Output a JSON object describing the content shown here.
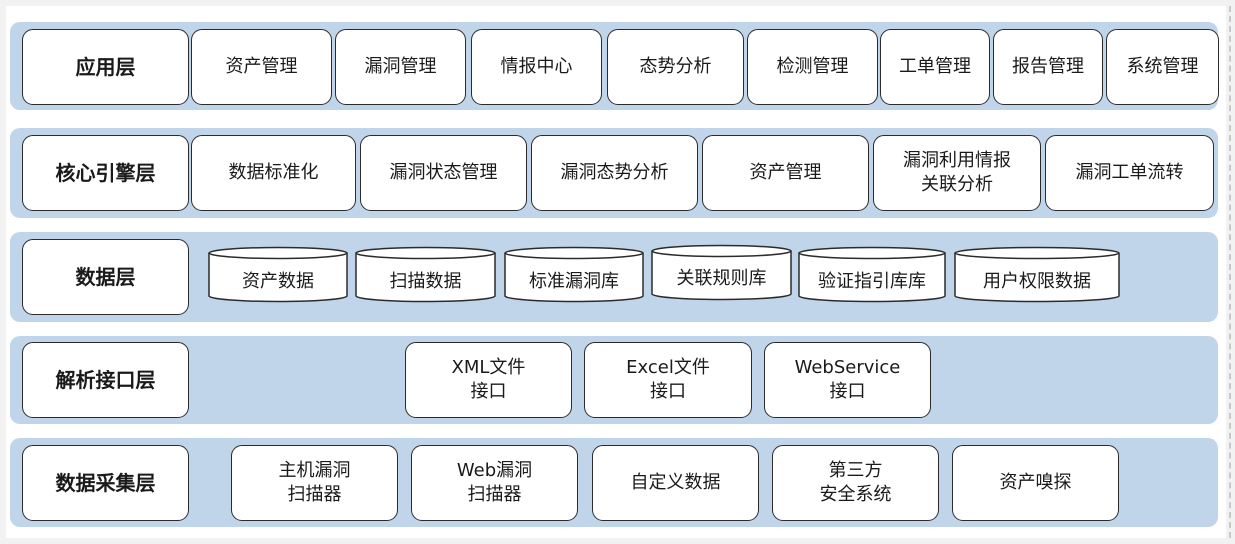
{
  "colors": {
    "layer_band": "#c1d5ea",
    "box_border": "#2b2b2b",
    "box_fill": "#ffffff"
  },
  "layers": [
    {
      "label": "应用层",
      "items": [
        "资产管理",
        "漏洞管理",
        "情报中心",
        "态势分析",
        "检测管理",
        "工单管理",
        "报告管理",
        "系统管理"
      ]
    },
    {
      "label": "核心引擎层",
      "items": [
        "数据标准化",
        "漏洞状态管理",
        "漏洞态势分析",
        "资产管理",
        "漏洞利用情报\n关联分析",
        "漏洞工单流转"
      ]
    },
    {
      "label": "数据层",
      "databases": [
        "资产数据",
        "扫描数据",
        "标准漏洞库",
        "关联规则库",
        "验证指引库库",
        "用户权限数据"
      ]
    },
    {
      "label": "解析接口层",
      "items": [
        "XML文件\n接口",
        "Excel文件\n接口",
        "WebService\n接口"
      ]
    },
    {
      "label": "数据采集层",
      "items": [
        "主机漏洞\n扫描器",
        "Web漏洞\n扫描器",
        "自定义数据",
        "第三方\n安全系统",
        "资产嗅探"
      ]
    }
  ]
}
